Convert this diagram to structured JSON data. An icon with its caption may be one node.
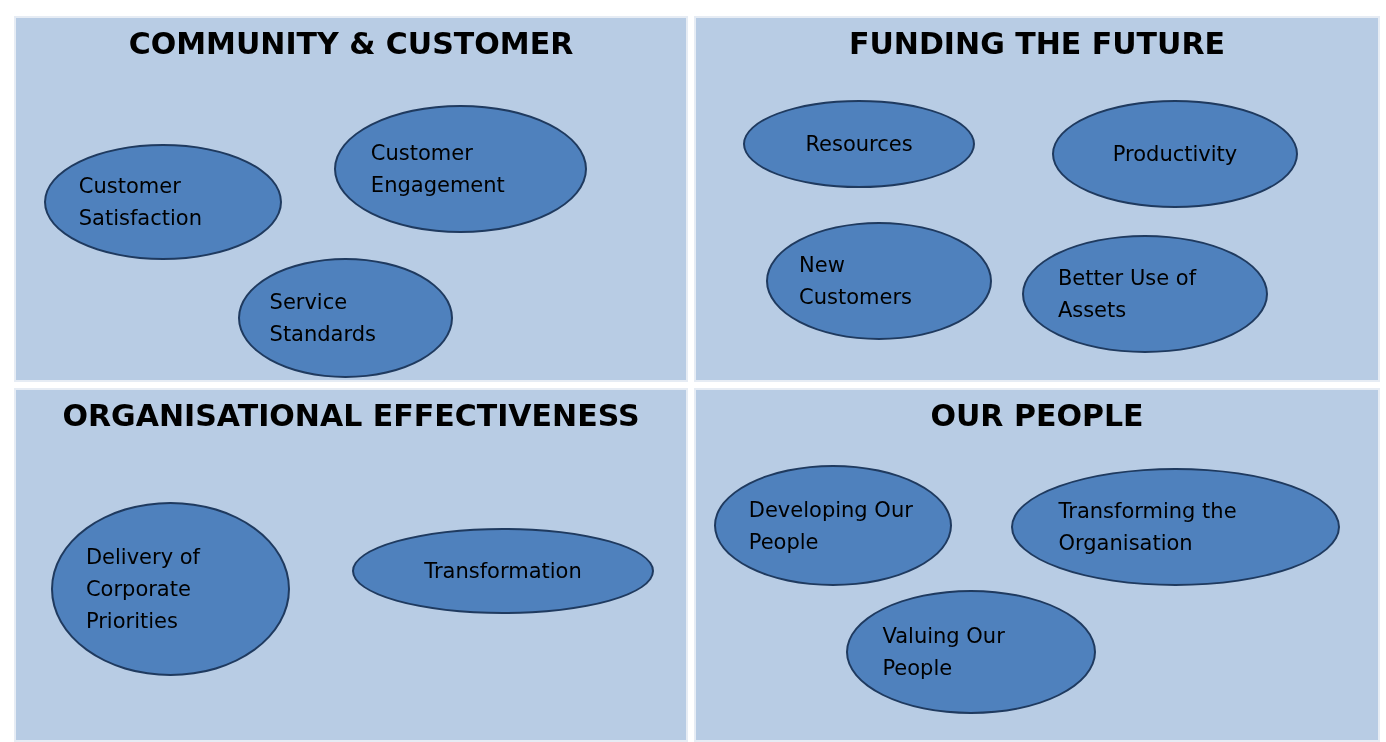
{
  "diagram": {
    "nodes": [
      {
        "text": [
          "COMMUNITY & CUSTOMER"
        ]
      },
      {
        "text": [
          "Customer Satisfaction"
        ],
        "in": 0
      },
      {
        "text": [
          "Customer Engagement"
        ],
        "in": 0
      },
      {
        "text": [
          "Service Standards"
        ],
        "in": 0
      },
      {
        "text": [
          "FUNDING THE FUTURE"
        ]
      },
      {
        "text": [
          "Resources"
        ],
        "in": 4
      },
      {
        "text": [
          "Productivity"
        ],
        "in": 4
      },
      {
        "text": [
          "New Customers"
        ],
        "in": 4
      },
      {
        "text": [
          "Better Use of Assets"
        ],
        "in": 4
      },
      {
        "text": [
          "ORGANISATIONAL EFFECTIVENESS"
        ]
      },
      {
        "text": [
          "Delivery of Corporate Priorities"
        ],
        "in": 9
      },
      {
        "text": [
          "Transformation"
        ],
        "in": 9
      },
      {
        "text": [
          "OUR PEOPLE"
        ]
      },
      {
        "text": [
          "Developing Our People"
        ],
        "in": 12
      },
      {
        "text": [
          "Transforming the Organisation"
        ],
        "in": 12
      },
      {
        "text": [
          "Valuing Our People"
        ],
        "in": 12
      }
    ],
    "edges": []
  }
}
